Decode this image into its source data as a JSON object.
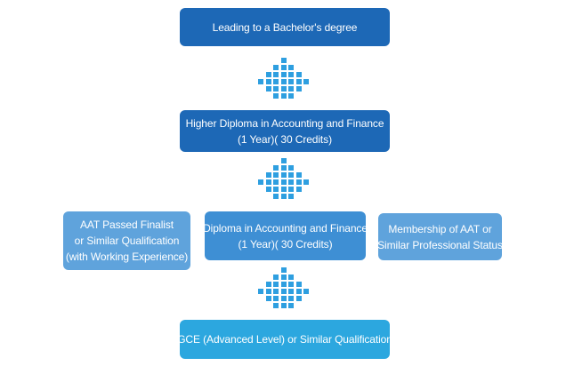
{
  "diagram": {
    "boxes": {
      "bachelor": {
        "lines": [
          "Leading to a Bachelor's degree"
        ],
        "color": "#1d68b6"
      },
      "higher_diploma": {
        "lines": [
          "Higher Diploma in Accounting and Finance",
          "(1 Year)( 30 Credits)"
        ],
        "color": "#1d68b6"
      },
      "aat_finalist": {
        "lines": [
          "AAT Passed Finalist",
          "or Similar Qualification",
          "(with Working Experience)"
        ],
        "color": "#5fa3dc"
      },
      "diploma": {
        "lines": [
          "Diploma in Accounting and Finance",
          "(1 Year)( 30 Credits)"
        ],
        "color": "#3e8fd4"
      },
      "aat_membership": {
        "lines": [
          "Membership of AAT  or",
          "Similar Professional Status"
        ],
        "color": "#5fa3dc"
      },
      "gce": {
        "lines": [
          "GCE (Advanced Level) or Similar Qualification"
        ],
        "color": "#2ca7df"
      }
    },
    "arrow_color": "#2e9fe0",
    "arrow_icon": "dotted-up-arrow"
  }
}
